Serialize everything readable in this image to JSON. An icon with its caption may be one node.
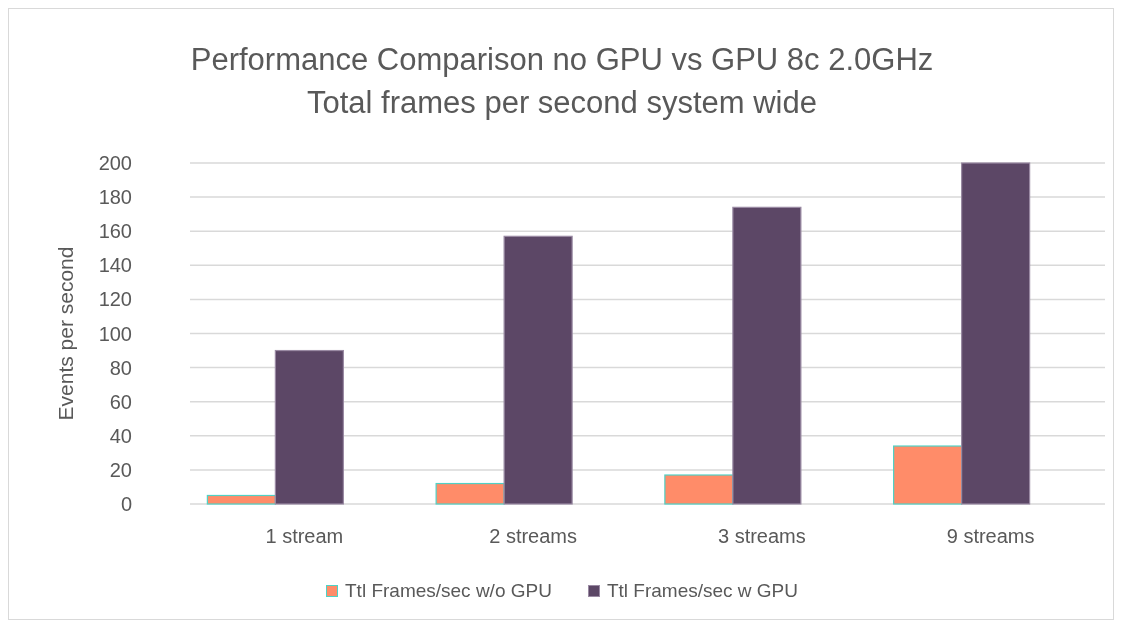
{
  "diagram": {
    "chart_data": {
      "type": "bar",
      "title": "Performance Comparison no GPU vs GPU 8c 2.0GHz Total frames per second system wide",
      "ylabel": "Events per second",
      "categories": [
        "1 stream",
        "2 streams",
        "3 streams",
        "9 streams"
      ],
      "series": [
        {
          "name": "Ttl Frames/sec w/o GPU",
          "color": "#ff8c69",
          "values": [
            5,
            12,
            17,
            34
          ]
        },
        {
          "name": "Ttl Frames/sec w GPU",
          "color": "#5c4766",
          "values": [
            90,
            157,
            174,
            200
          ]
        }
      ],
      "grid": true,
      "ylim": [
        0,
        200
      ],
      "yticks": [
        0,
        20,
        40,
        60,
        80,
        100,
        120,
        140,
        160,
        180,
        200
      ]
    }
  }
}
